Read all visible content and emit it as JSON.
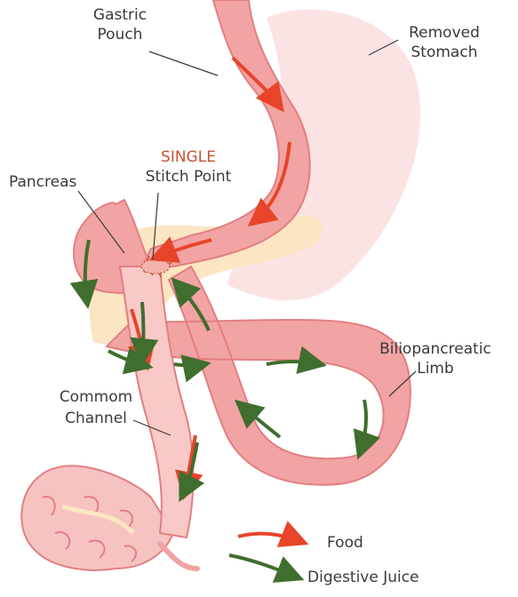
{
  "labels": {
    "gastric_pouch": [
      "Gastric",
      "Pouch"
    ],
    "removed_stomach": [
      "Removed",
      "Stomach"
    ],
    "single": "SINGLE",
    "stitch_point": "Stitch Point",
    "pancreas": "Pancreas",
    "biliopancreatic_limb": [
      "Biliopancreatic",
      "Limb"
    ],
    "common_channel": [
      "Commom",
      "Channel"
    ]
  },
  "legend": {
    "food": "Food",
    "digestive_juice": "Digestive Juice"
  },
  "colors": {
    "food_arrow": "#e8442a",
    "digestive_juice_arrow": "#3f6e2e",
    "intestine": "#f2a3a3",
    "intestine_light": "#f8c9c6",
    "intestine_edge": "#e27f82",
    "removed_stomach": "#fbe3e3",
    "pancreas": "#fbe5c2",
    "single_label": "#c8502d",
    "label_text": "#3a3a3a"
  }
}
